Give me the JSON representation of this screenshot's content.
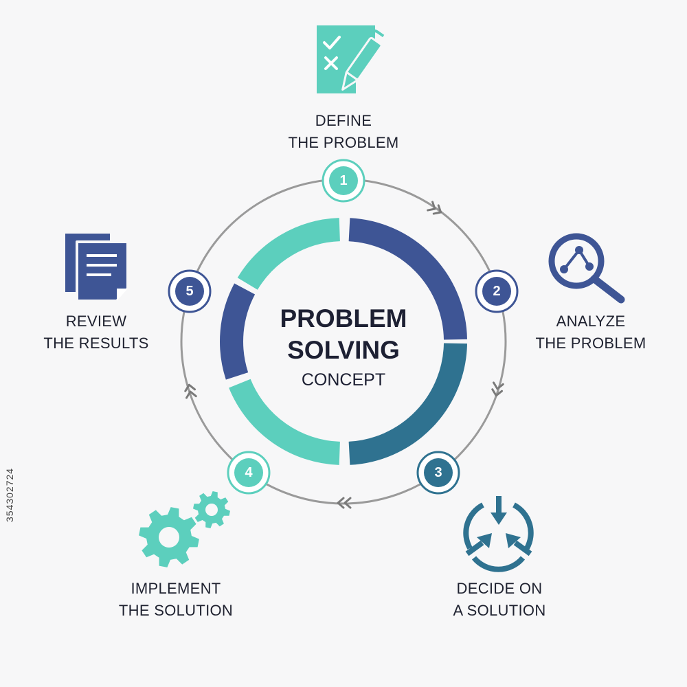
{
  "center": {
    "title_line1": "PROBLEM",
    "title_line2": "SOLVING",
    "subtitle": "CONCEPT"
  },
  "steps": [
    {
      "number": "1",
      "line1": "DEFINE",
      "line2": "THE PROBLEM",
      "icon": "checklist-pen-icon"
    },
    {
      "number": "2",
      "line1": "ANALYZE",
      "line2": "THE PROBLEM",
      "icon": "magnifier-graph-icon"
    },
    {
      "number": "3",
      "line1": "DECIDE ON",
      "line2": "A SOLUTION",
      "icon": "converging-arrows-icon"
    },
    {
      "number": "4",
      "line1": "IMPLEMENT",
      "line2": "THE SOLUTION",
      "icon": "gears-icon"
    },
    {
      "number": "5",
      "line1": "REVIEW",
      "line2": "THE RESULTS",
      "icon": "documents-icon"
    }
  ],
  "stock_id": "354302724",
  "colors": {
    "teal": "#5ccfbd",
    "navy": "#3e5595",
    "steel": "#2f7290",
    "ring_gray": "#9a9a9a",
    "text": "#1f2230",
    "background": "#f7f7f8"
  }
}
